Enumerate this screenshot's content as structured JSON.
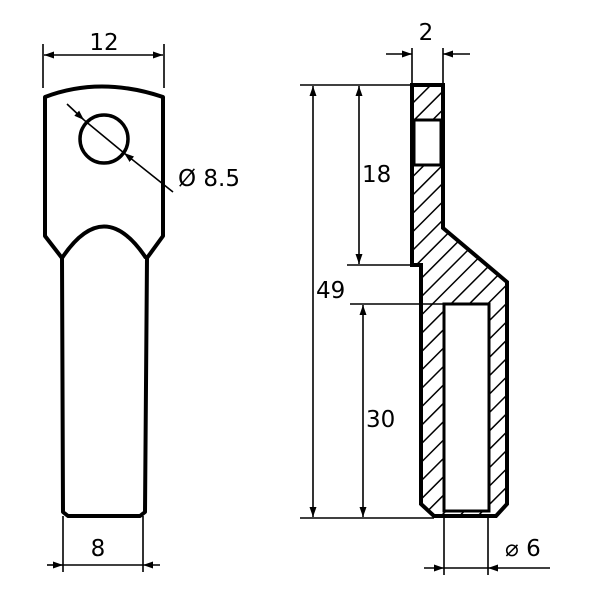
{
  "drawing": {
    "title": "Cable lug technical drawing",
    "front_view": {
      "width_top_label": "12",
      "hole_diameter_label": "Ø 8.5",
      "width_bottom_label": "8"
    },
    "section_view": {
      "thickness_label": "2",
      "palm_length_label": "18",
      "overall_length_label": "49",
      "barrel_depth_label": "30",
      "bore_diameter_label": "⌀ 6"
    },
    "colors": {
      "line": "#000000",
      "background": "#ffffff"
    }
  }
}
